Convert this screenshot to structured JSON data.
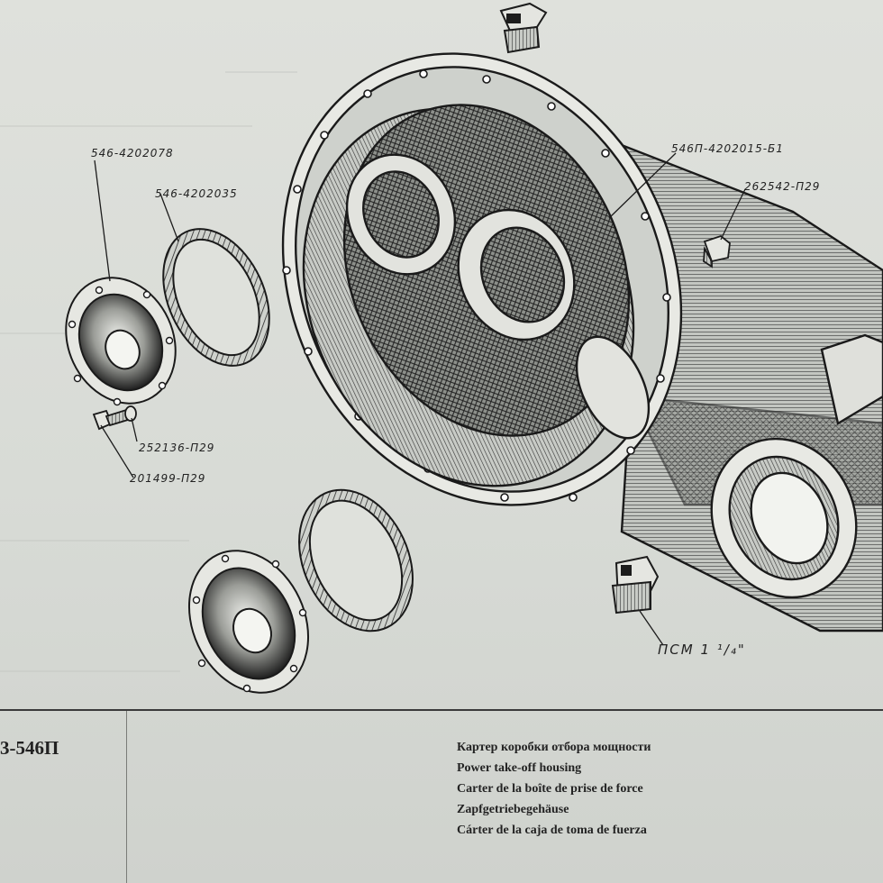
{
  "callouts": {
    "cover_part": "546-4202078",
    "gasket_part": "546-4202035",
    "housing_part": "546П-4202015-Б1",
    "plug_part": "262542-П29",
    "washer_part": "252136-П29",
    "bolt_part": "201499-П29",
    "drain_plug": "ПСМ 1 ¹/₄\""
  },
  "footer": {
    "catalog_number": "3-546П",
    "titles": [
      "Картер коробки отбора мощности",
      "Power take-off housing",
      "Carter de la boîte de prise de force",
      "Zapfgetriebegehäuse",
      "Cárter de la caja de toma de fuerza"
    ]
  },
  "colors": {
    "paper": "#dcdfda",
    "ink": "#1c1c1c"
  }
}
